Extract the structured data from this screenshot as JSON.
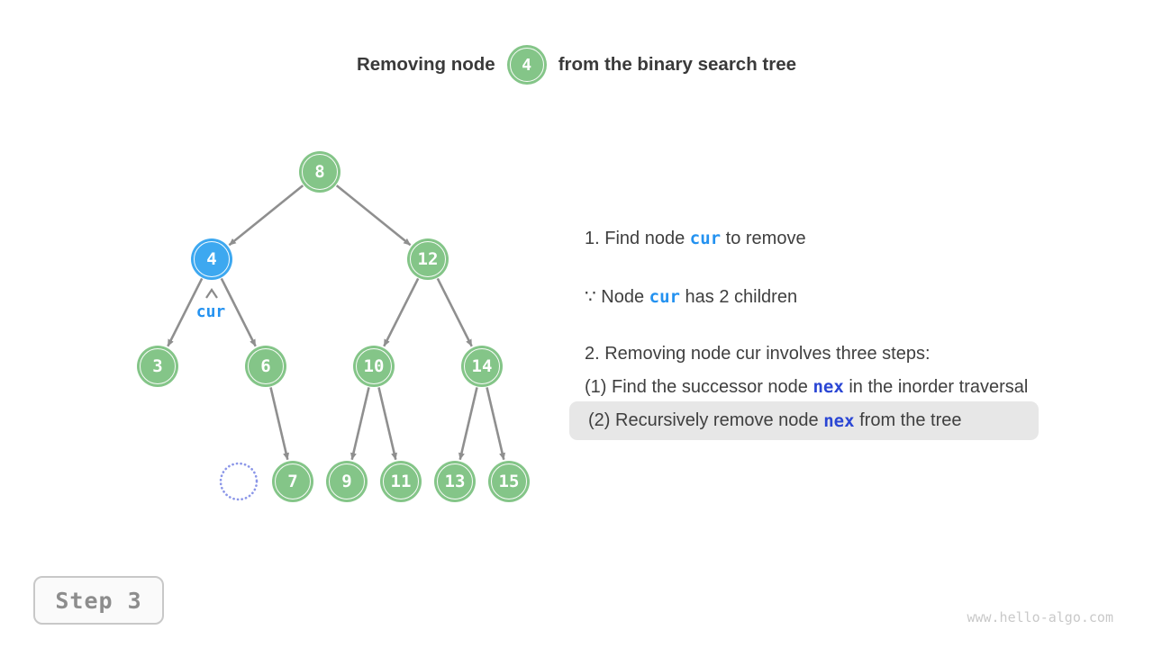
{
  "title": {
    "pre": "Removing node",
    "node_value": "4",
    "post": "from the binary search tree"
  },
  "tree": {
    "nodes": {
      "n8": "8",
      "n4": "4",
      "n12": "12",
      "n3": "3",
      "n6": "6",
      "n10": "10",
      "n14": "14",
      "n7": "7",
      "n9": "9",
      "n11": "11",
      "n13": "13",
      "n15": "15"
    },
    "highlighted_node": "4",
    "pointer_label": "cur",
    "edges": [
      "8→4",
      "8→12",
      "4→3",
      "4→6",
      "12→10",
      "12→14",
      "6→7",
      "10→9",
      "10→11",
      "14→13",
      "14→15"
    ],
    "empty_slot_present": true
  },
  "notes": {
    "line1": {
      "pre": "1. Find node ",
      "kw": "cur",
      "post": " to remove"
    },
    "line2": {
      "pre": "∵ Node ",
      "kw": "cur",
      "post": " has 2 children"
    },
    "line3": {
      "text": "2. Removing node cur involves three steps:"
    },
    "line4": {
      "pre": "(1) Find the successor node ",
      "kw": "nex",
      "post": " in the inorder traversal"
    },
    "line5": {
      "pre": "(2) Recursively remove node ",
      "kw": "nex",
      "post": " from the tree"
    }
  },
  "step_label": "Step 3",
  "watermark": "www.hello-algo.com",
  "colors": {
    "node_green": "#84c588",
    "node_blue": "#3da8f0",
    "keyword_cur": "#2492f0",
    "keyword_nex": "#2a46d4",
    "arrow_gray": "#8f8f8f",
    "highlight_bg": "#e7e7e7",
    "empty_slot_dotted": "#8b96e8",
    "text_dark": "#3f3f3f"
  }
}
